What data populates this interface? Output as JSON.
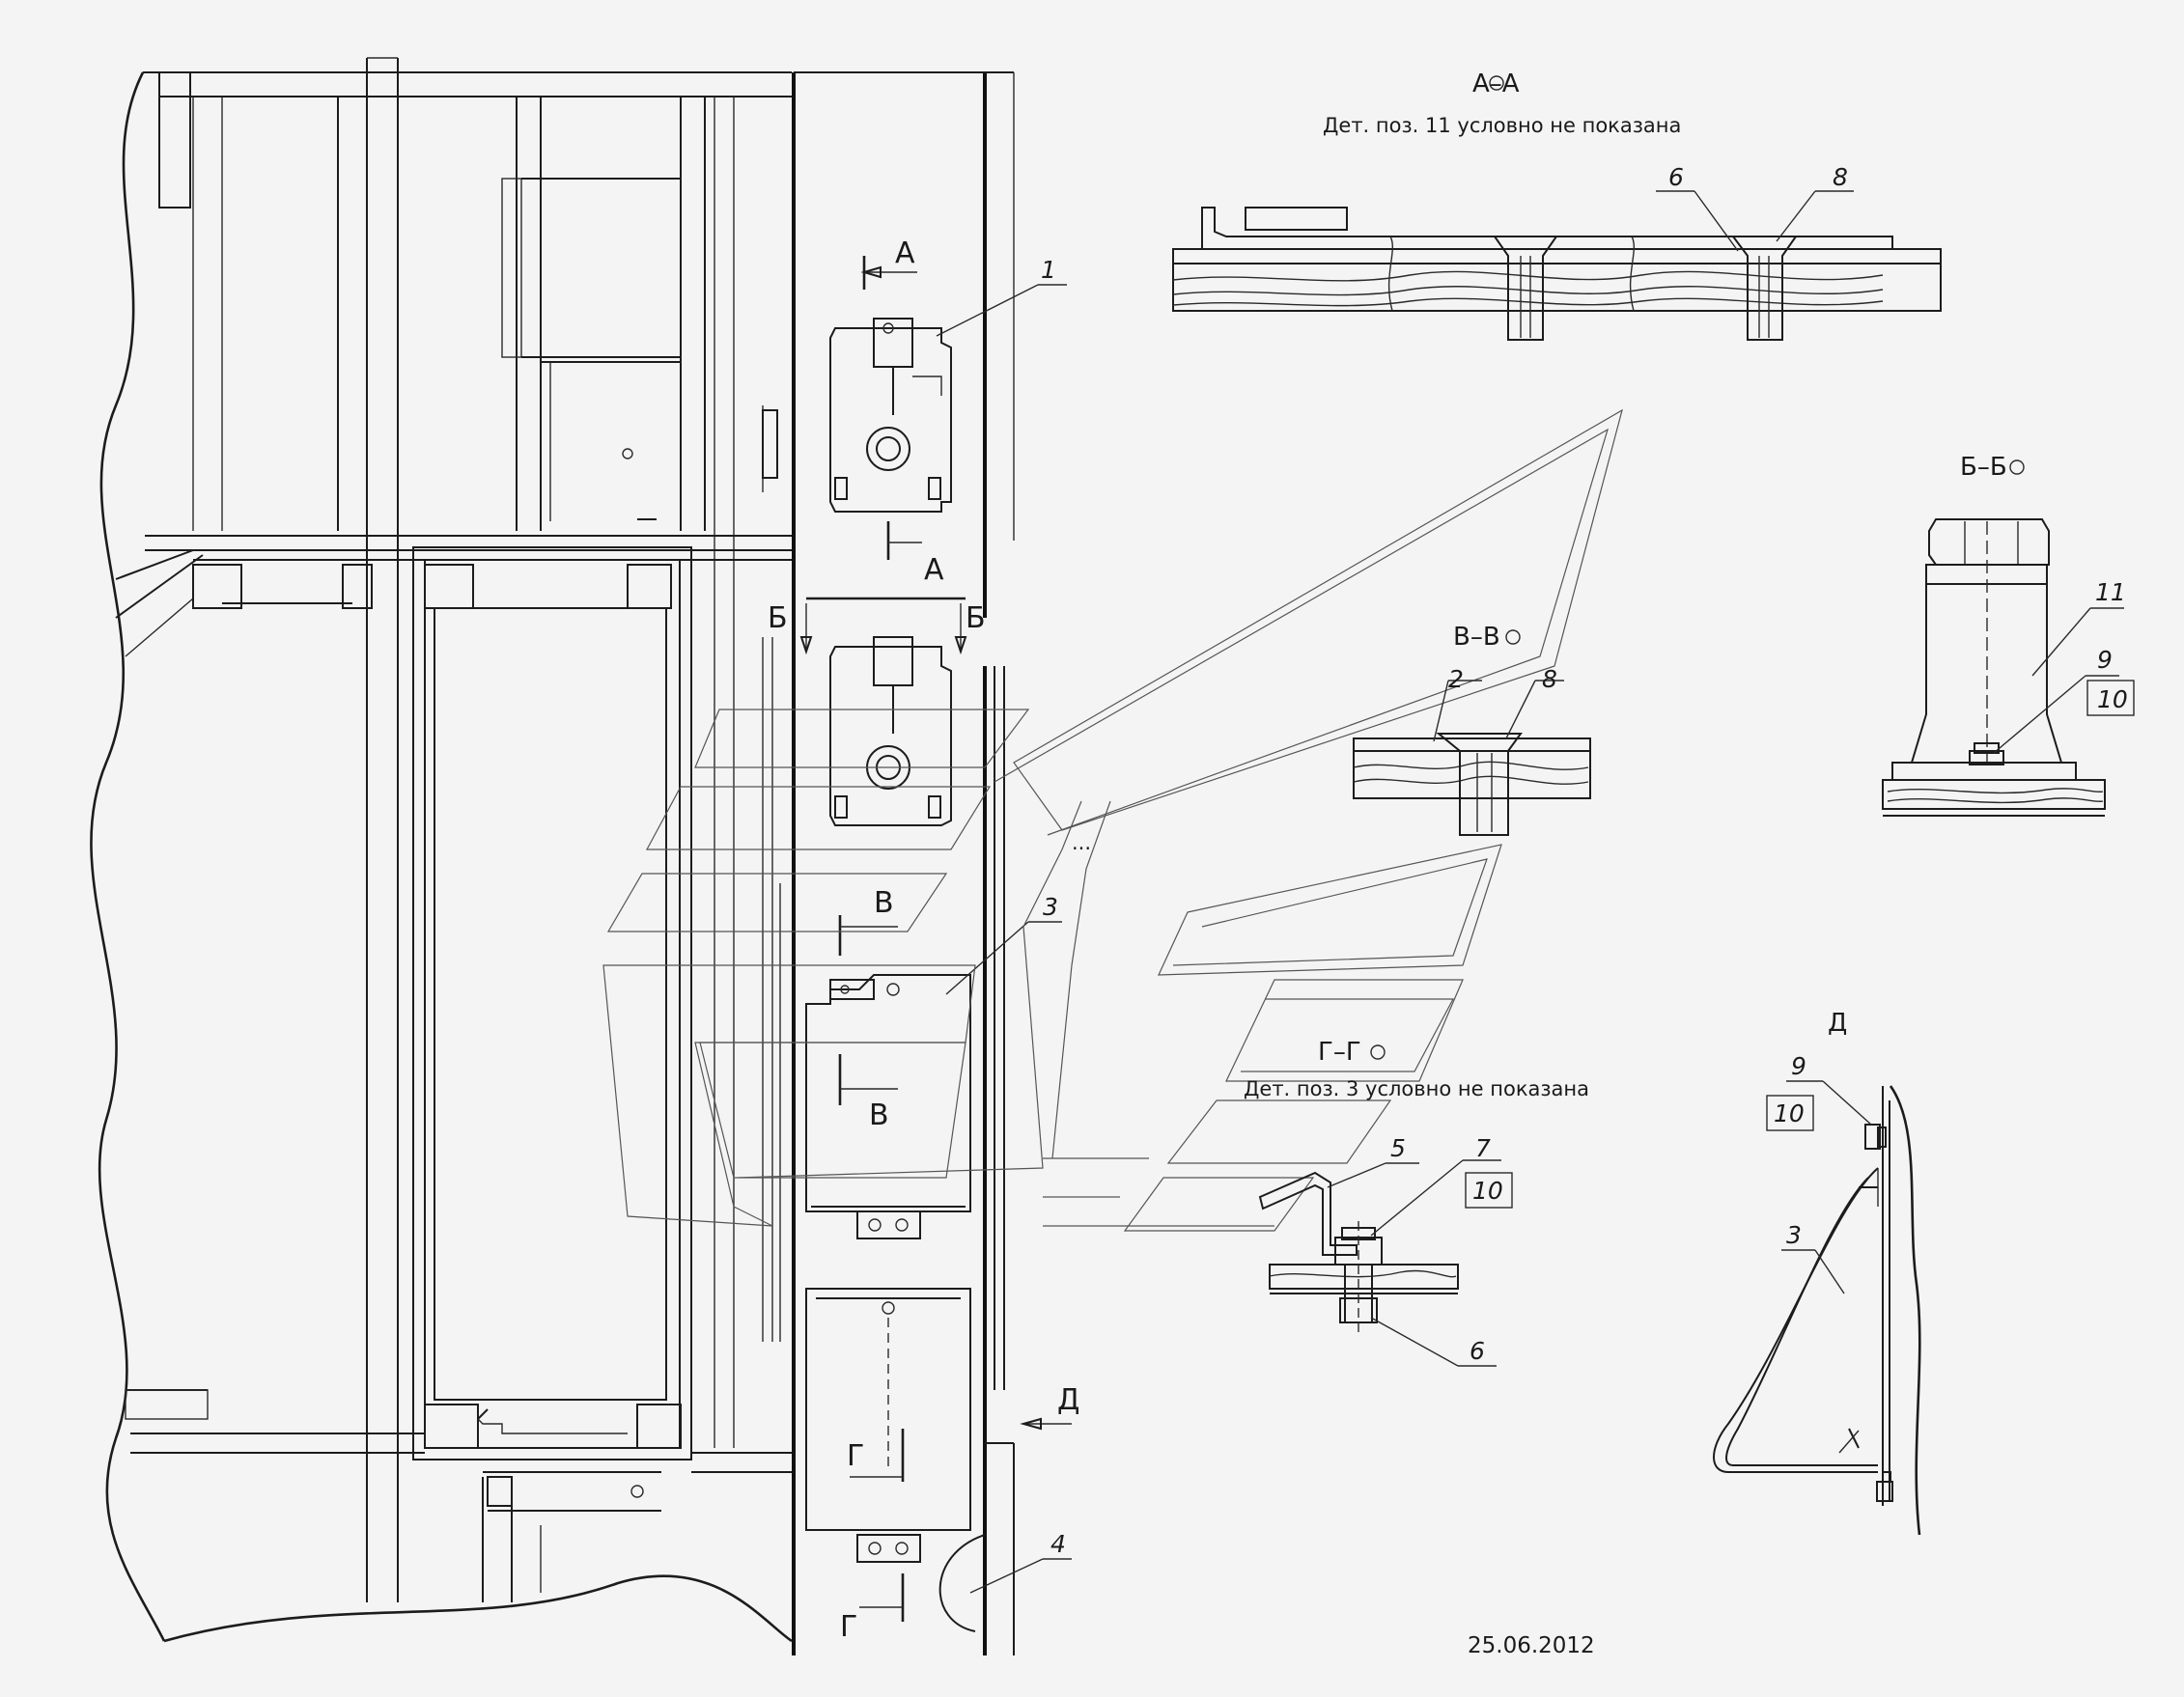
{
  "views": {
    "aa": {
      "title": "А–А",
      "note": "Дет. поз. 11 условно не показана"
    },
    "bb": {
      "title": "Б–Б"
    },
    "vv": {
      "title": "В–В"
    },
    "gg": {
      "title": "Г–Г",
      "note": "Дет. поз. 3 условно не показана"
    },
    "d": {
      "title": "Д"
    }
  },
  "cut_marks": {
    "a": "А",
    "b": "Б",
    "v": "В",
    "g": "Г",
    "d": "Д"
  },
  "callouts": {
    "p1": "1",
    "p2": "2",
    "p3": "3",
    "p4": "4",
    "p5": "5",
    "p6": "6",
    "p7": "7",
    "p8": "8",
    "p9": "9",
    "p10": "10",
    "p11": "11"
  },
  "main_dots": "...",
  "date": "25.06.2012"
}
